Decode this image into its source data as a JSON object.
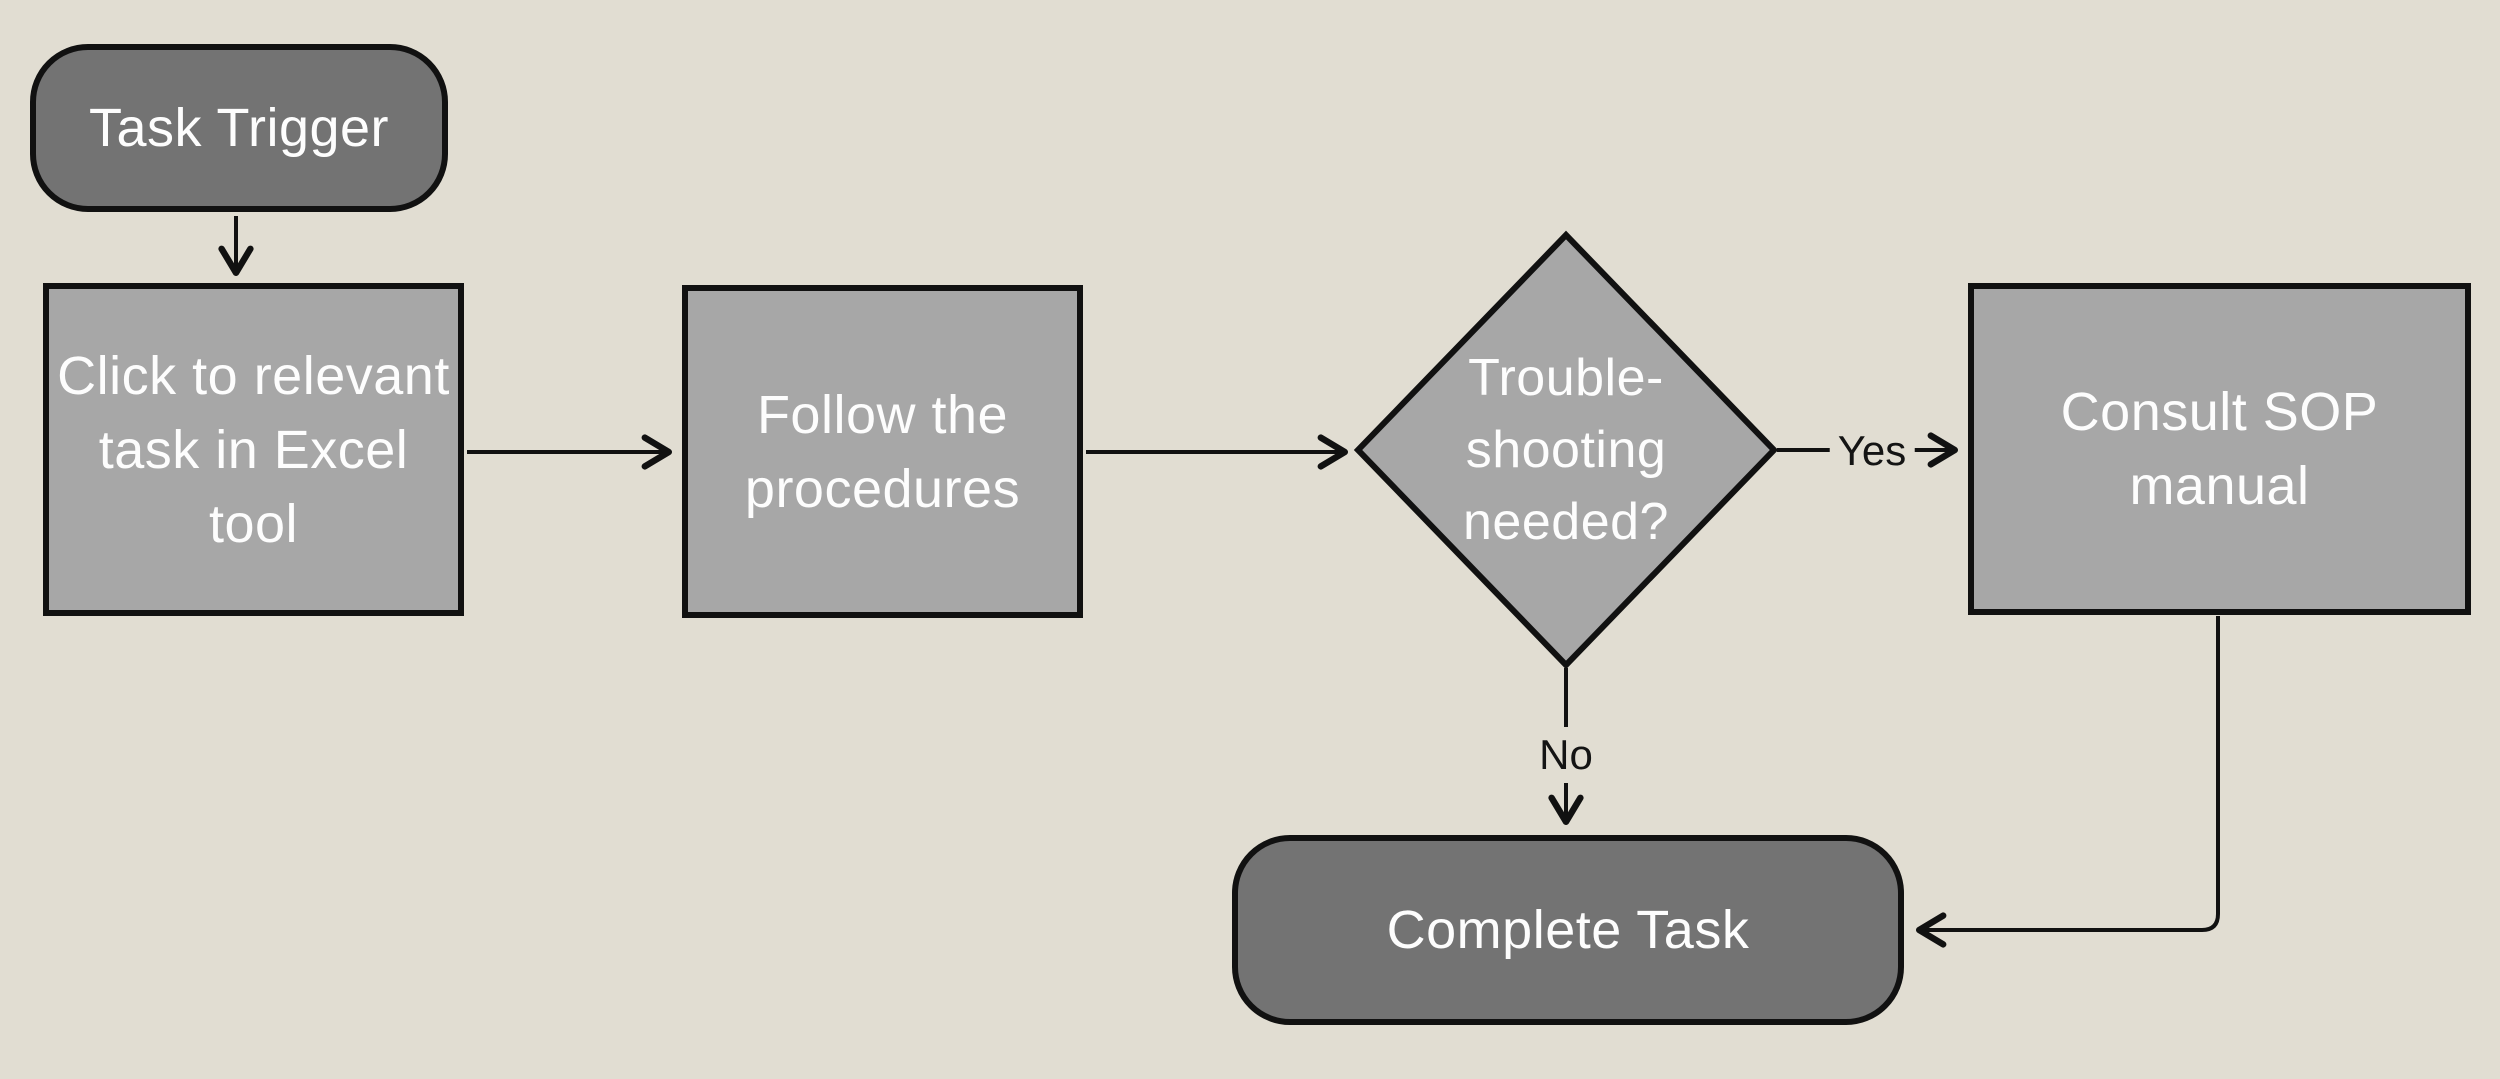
{
  "diagram": {
    "background_color": "#e1ddd2",
    "shape_colors": {
      "terminator_fill": "#737373",
      "process_fill": "#a7a7a7",
      "outline": "#111111",
      "text_on_shape": "#fdfdfd",
      "edge_label_text": "#141414"
    },
    "nodes": [
      {
        "id": "task-trigger",
        "type": "terminator",
        "lines": [
          "Task Trigger"
        ]
      },
      {
        "id": "click-task",
        "type": "process",
        "lines": [
          "Click to relevant",
          "task in Excel tool"
        ]
      },
      {
        "id": "follow-proc",
        "type": "process",
        "lines": [
          "Follow the",
          "procedures"
        ]
      },
      {
        "id": "troubleshoot",
        "type": "decision",
        "lines": [
          "Trouble-",
          "shooting",
          "needed?"
        ]
      },
      {
        "id": "consult-sop",
        "type": "process",
        "lines": [
          "Consult SOP",
          "manual"
        ]
      },
      {
        "id": "complete-task",
        "type": "terminator",
        "lines": [
          "Complete Task"
        ]
      }
    ],
    "edge_labels": {
      "yes": "Yes",
      "no": "No"
    }
  }
}
